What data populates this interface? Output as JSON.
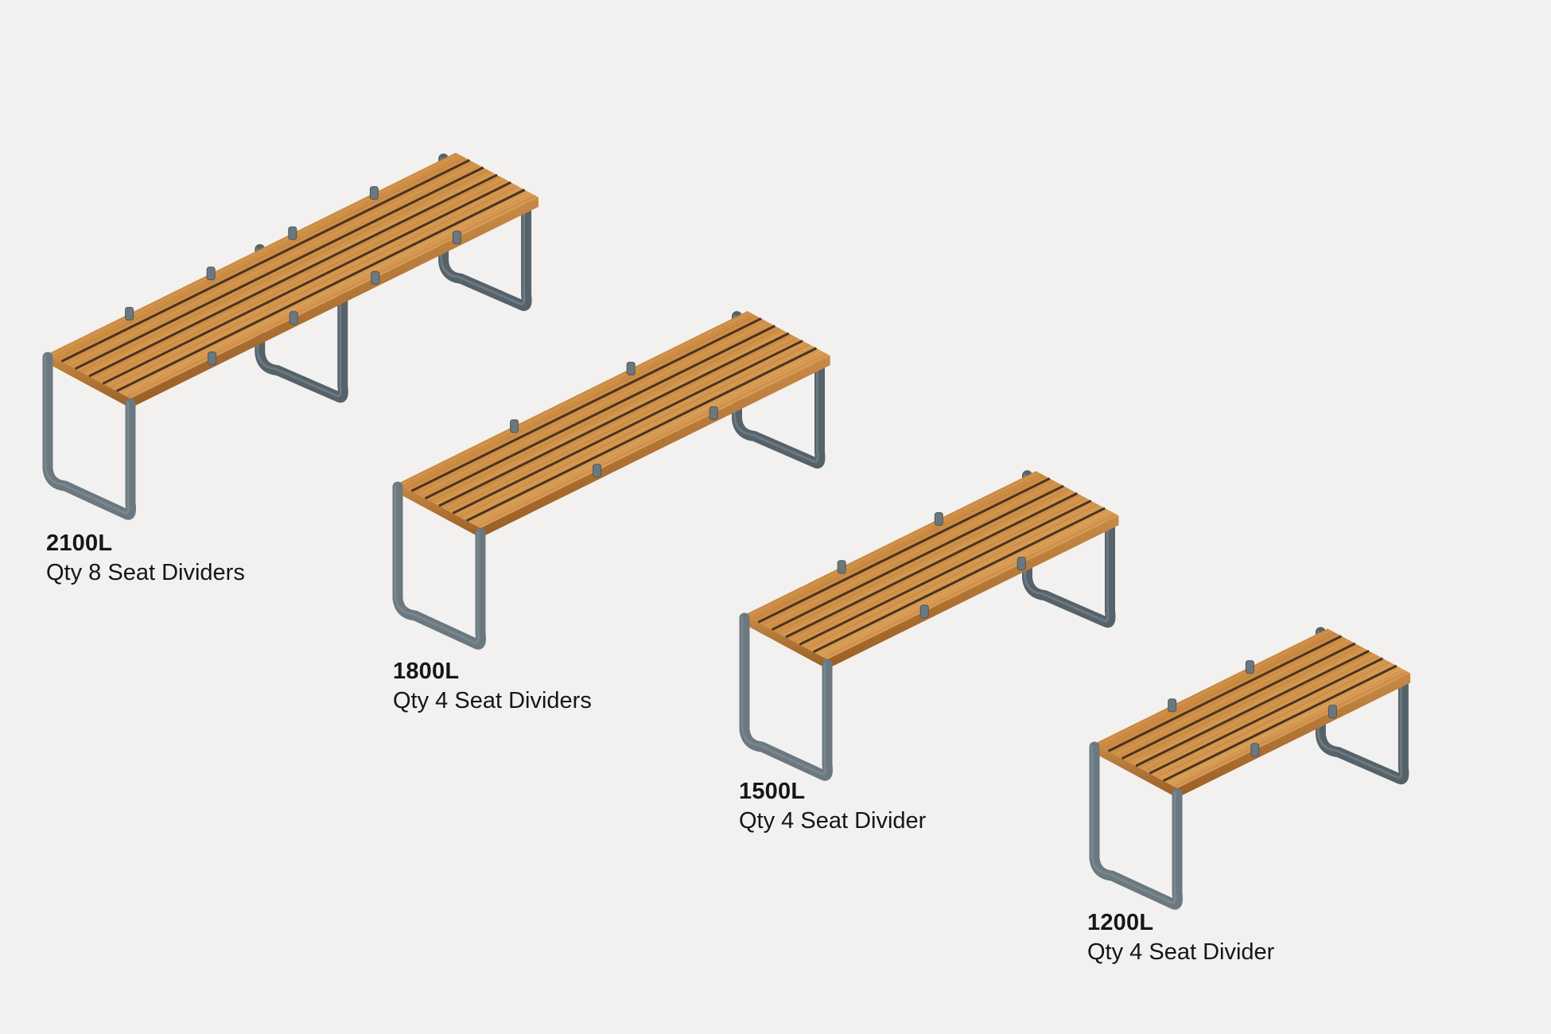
{
  "colors": {
    "background": "#f2f1ef",
    "wood_light": "#d9a05a",
    "wood_dark": "#b8742f",
    "slat_gap": "#4a3320",
    "frame": "#6b7880",
    "frame_shade": "#56626a"
  },
  "benches": [
    {
      "size_label": "2100L",
      "qty_label": "Qty 8 Seat Dividers",
      "length": 2100,
      "dividers": 8
    },
    {
      "size_label": "1800L",
      "qty_label": "Qty 4 Seat Dividers",
      "length": 1800,
      "dividers": 4
    },
    {
      "size_label": "1500L",
      "qty_label": "Qty 4 Seat Divider",
      "length": 1500,
      "dividers": 4
    },
    {
      "size_label": "1200L",
      "qty_label": "Qty 4 Seat Divider",
      "length": 1200,
      "dividers": 4
    }
  ]
}
